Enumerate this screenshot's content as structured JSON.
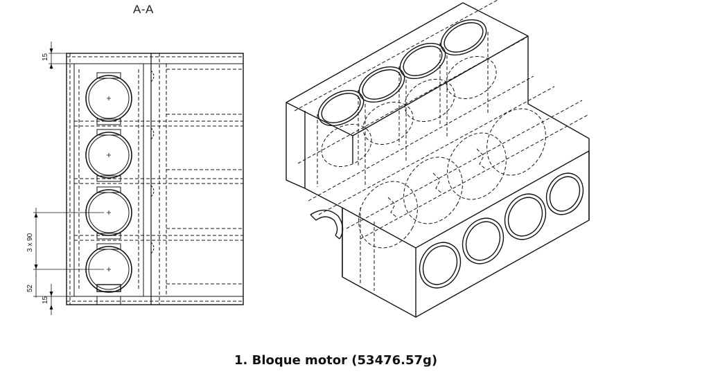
{
  "section_label": "A-A",
  "dimensions": {
    "top_offset": "15",
    "spacing": "3 x 90",
    "bottom_offset": "52",
    "bottom_flange": "15"
  },
  "caption": "1. Bloque motor (53476.57g)"
}
